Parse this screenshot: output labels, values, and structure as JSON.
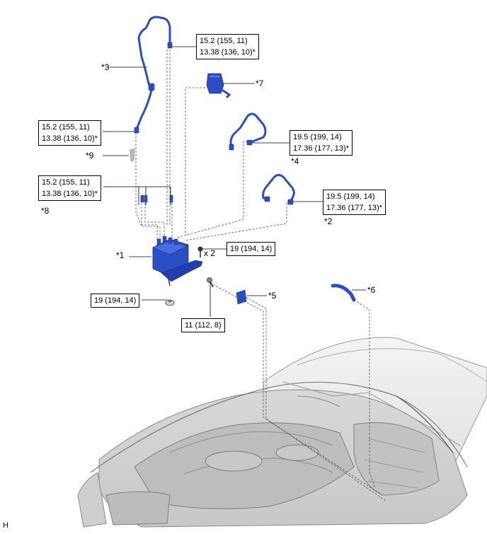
{
  "torque_specs": {
    "pipe_left_top": [
      "15.2 (155, 11)",
      "13.38 (136, 10)*"
    ],
    "pipe_left_mid": [
      "15.2 (155, 11)",
      "13.38 (136, 10)*"
    ],
    "pipe_left_low": [
      "15.2 (155, 11)",
      "13.38 (136, 10)*"
    ],
    "pipe_right_4": [
      "19.5 (199, 14)",
      "17.36 (177, 13)*"
    ],
    "pipe_right_2": [
      "19.5 (199, 14)",
      "17.36 (177, 13)*"
    ],
    "bolt_bracket": "19 (194, 14)",
    "nut_bottom": "19 (194, 14)",
    "bolt_sensor": "11 (112, 8)"
  },
  "callouts": {
    "c1": "*1",
    "c2": "*2",
    "c3": "*3",
    "c4": "*4",
    "c5": "*5",
    "c6": "*6",
    "c7": "*7",
    "c8": "*8",
    "c9": "*9"
  },
  "quantity": "x 2",
  "figure_code": "H",
  "colors": {
    "part_blue": "#2a4fc4",
    "part_dark": "#1a2f8a",
    "line": "#000000",
    "engine_gray": "#8a8a8a"
  }
}
